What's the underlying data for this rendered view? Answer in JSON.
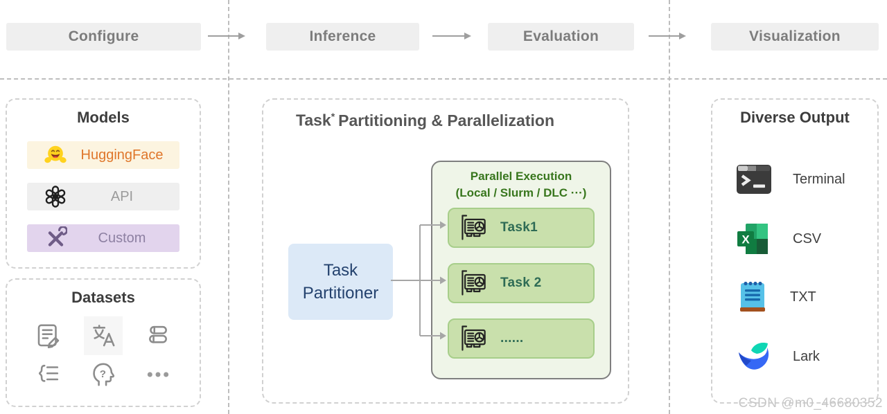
{
  "stages": {
    "items": [
      {
        "label": "Configure"
      },
      {
        "label": "Inference"
      },
      {
        "label": "Evaluation"
      },
      {
        "label": "Visualization"
      }
    ]
  },
  "models": {
    "title": "Models",
    "items": [
      {
        "label": "HuggingFace",
        "icon": "huggingface-emoji"
      },
      {
        "label": "API",
        "icon": "openai-logo"
      },
      {
        "label": "Custom",
        "icon": "crossed-tools"
      }
    ]
  },
  "datasets": {
    "title": "Datasets",
    "icons": [
      "exam-paper-edit",
      "translate",
      "book-stack",
      "brace-list",
      "knowledge-head",
      "ellipsis"
    ]
  },
  "pipeline": {
    "title_task": "Task",
    "title_star": "*",
    "title_rest": "Partitioning & Parallelization",
    "partitioner": {
      "line1": "Task",
      "line2": "Partitioner"
    },
    "parallel": {
      "title_line1": "Parallel Execution",
      "title_line2": "(Local / Slurm / DLC ···)",
      "tasks": [
        {
          "label": "Task1",
          "icon": "gpu-card"
        },
        {
          "label": "Task 2",
          "icon": "gpu-card"
        },
        {
          "label": "......",
          "icon": "gpu-card"
        }
      ]
    }
  },
  "output": {
    "title": "Diverse Output",
    "items": [
      {
        "label": "Terminal",
        "icon": "terminal-app"
      },
      {
        "label": "CSV",
        "icon": "excel"
      },
      {
        "label": "TXT",
        "icon": "notepad"
      },
      {
        "label": "Lark",
        "icon": "lark"
      }
    ]
  },
  "watermark": "CSDN @m0_46680352",
  "colors": {
    "stage_bg": "#EFEFEF",
    "stage_text": "#7C7C7C",
    "huggingface_bg": "#FCF4E0",
    "huggingface_text": "#DF762A",
    "api_bg": "#EFEFEF",
    "custom_bg": "#E2D4ED",
    "partitioner_bg": "#DCE9F7",
    "partitioner_text": "#24426E",
    "parallel_box_bg": "#EFF5E8",
    "parallel_title_text": "#38761D",
    "task_bg": "#C9E0AC",
    "task_border": "#A7CE8A",
    "task_text": "#2E6B55"
  }
}
